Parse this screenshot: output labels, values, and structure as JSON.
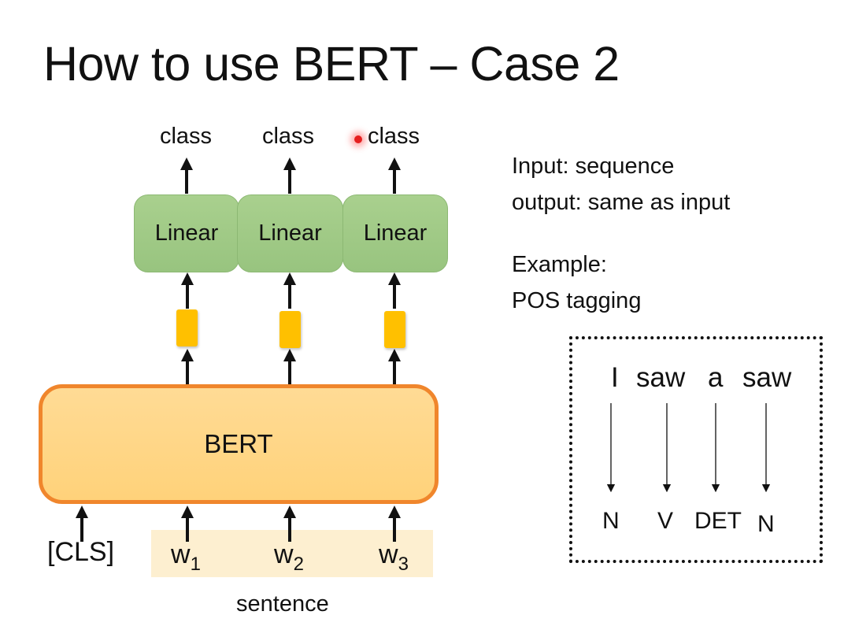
{
  "slide": {
    "title": "How to use BERT – Case 2",
    "outputs": [
      {
        "label": "class"
      },
      {
        "label": "class"
      },
      {
        "label": "class"
      }
    ],
    "linear_layers": [
      {
        "label": "Linear"
      },
      {
        "label": "Linear"
      },
      {
        "label": "Linear"
      }
    ],
    "model": {
      "label": "BERT"
    },
    "inputs": {
      "cls_token": "[CLS]",
      "tokens": [
        {
          "base": "w",
          "sub": "1"
        },
        {
          "base": "w",
          "sub": "2"
        },
        {
          "base": "w",
          "sub": "3"
        }
      ],
      "group_label": "sentence"
    },
    "description": {
      "input_line": "Input: sequence",
      "output_line": "output: same as input",
      "example_line": "Example:",
      "task_line": "POS tagging"
    },
    "pos_example": {
      "words": [
        "I",
        "saw",
        "a",
        "saw"
      ],
      "tags": [
        "N",
        "V",
        "DET",
        "N"
      ]
    },
    "colors": {
      "linear_fill": "#a9d08e",
      "feature_vector": "#ffc000",
      "bert_fill": "#ffd889",
      "bert_border": "#f0862c",
      "sentence_band": "#fdefd0",
      "laser_pointer": "#e52020"
    }
  }
}
